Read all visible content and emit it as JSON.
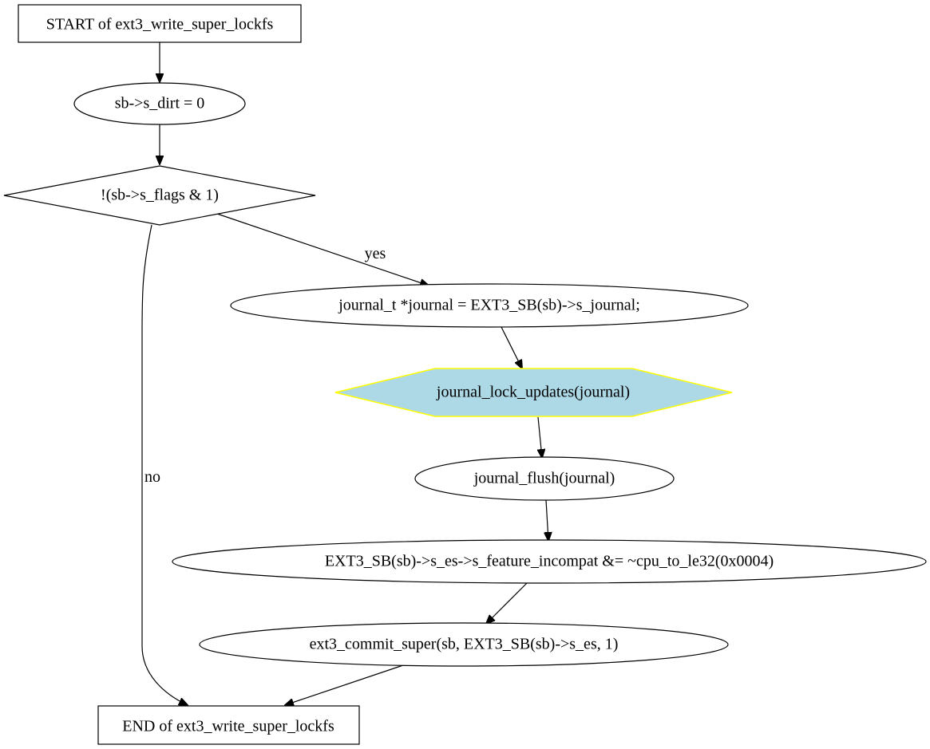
{
  "diagram": {
    "colors": {
      "stroke": "#000000",
      "highlight_fill": "#add8e6",
      "highlight_stroke": "#ffff00"
    },
    "nodes": {
      "start": "START of ext3_write_super_lockfs",
      "dirt": "sb->s_dirt = 0",
      "cond": "!(sb->s_flags & 1)",
      "journal_assign": "journal_t *journal = EXT3_SB(sb)->s_journal;",
      "lock_updates": "journal_lock_updates(journal)",
      "flush": "journal_flush(journal)",
      "feature": "EXT3_SB(sb)->s_es->s_feature_incompat &= ~cpu_to_le32(0x0004)",
      "commit": "ext3_commit_super(sb, EXT3_SB(sb)->s_es, 1)",
      "end": "END of ext3_write_super_lockfs"
    },
    "edges": {
      "yes": "yes",
      "no": "no"
    }
  }
}
